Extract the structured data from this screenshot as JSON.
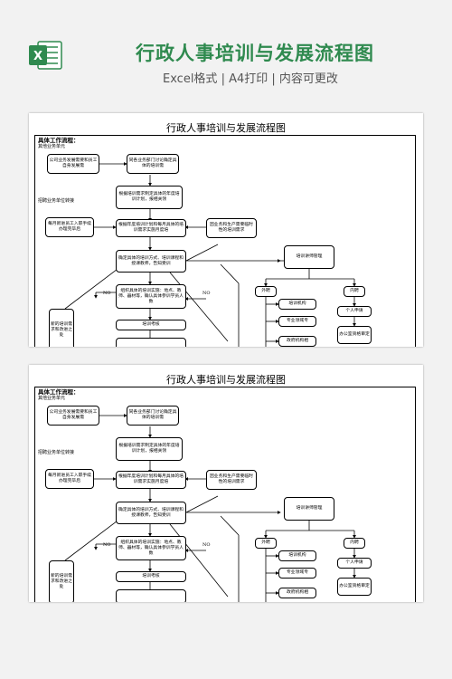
{
  "header": {
    "title": "行政人事培训与发展流程图",
    "subtitle": "Excel格式 | A4打印 | 内容可更改",
    "icon": "excel-icon",
    "accent": "#2f8a4f"
  },
  "doc": {
    "title": "行政人事培训与发展流程图",
    "section": "具体工作流程：",
    "lane1": "其他业务单元",
    "lane2": "招聘业务单位转接",
    "nodes": {
      "n1": "公司业务发展需要和员工自身发展需",
      "n2": "同各业务部门讨论确定具体的培训需",
      "n3": "根据培训需求制定具体的年度培训计划，报相关领",
      "n4": "每月新进员工入职手续办理完毕后",
      "n5": "根据年度培训计划和每月具体的培训需求实施月度培",
      "n6": "因业务和生产需要临时性的培训需求",
      "n7": "确定具体的培训方式、培训课程和授课教师，告知受训",
      "n8": "组织具体的培训实施：地点、教师、器材等，确认具体参训学员人数",
      "n9": "培训考核",
      "n10": "新的培训需求和改进之处",
      "n11": "培训讲师管理",
      "n12": "外聘",
      "n13": "内聘",
      "n14": "培训机构",
      "n15": "专业领域专",
      "n16": "政府机构相",
      "n17": "个人申请",
      "n18": "办公室资格审定"
    },
    "no_label": "NO"
  }
}
